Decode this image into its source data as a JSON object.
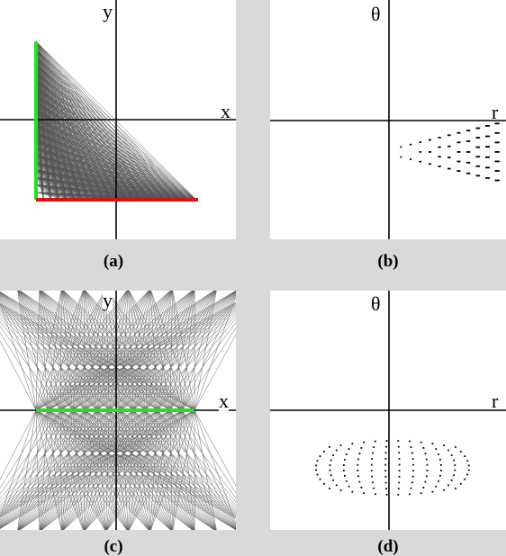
{
  "figure": {
    "panels": [
      {
        "id": "a",
        "caption": "(a)",
        "x_axis_label": "x",
        "y_axis_label": "y"
      },
      {
        "id": "b",
        "caption": "(b)",
        "x_axis_label": "r",
        "y_axis_label": "θ"
      },
      {
        "id": "c",
        "caption": "(c)",
        "x_axis_label": "x",
        "y_axis_label": "y"
      },
      {
        "id": "d",
        "caption": "(d)",
        "x_axis_label": "r",
        "y_axis_label": "θ"
      }
    ],
    "colors": {
      "background": "#d9d9d9",
      "panel": "#ffffff",
      "axis": "#000000",
      "line_family": "#555555",
      "green_segment": "#22e022",
      "red_segment": "#dd1111",
      "dots": "#000000"
    }
  }
}
